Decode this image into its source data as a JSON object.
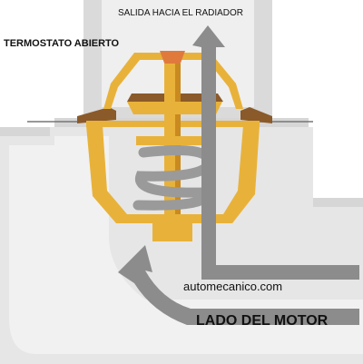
{
  "labels": {
    "outlet": "SALIDA HACIA EL RADIADOR",
    "state": "TERMOSTATO ABIERTO",
    "credit": "automecanico.com",
    "side": "LADO DEL MOTOR"
  },
  "colors": {
    "housing_shadow": "#cfcfcf",
    "housing_body": "#ececec",
    "housing_highlight": "#f7f7f7",
    "brass": "#e8b23a",
    "brass_dark": "#c98a1e",
    "bronze": "#8a5a2a",
    "valve_tip": "#e07a3c",
    "spring": "#9a9a9a",
    "arrow": "#8c8c8c",
    "text": "#111111"
  }
}
